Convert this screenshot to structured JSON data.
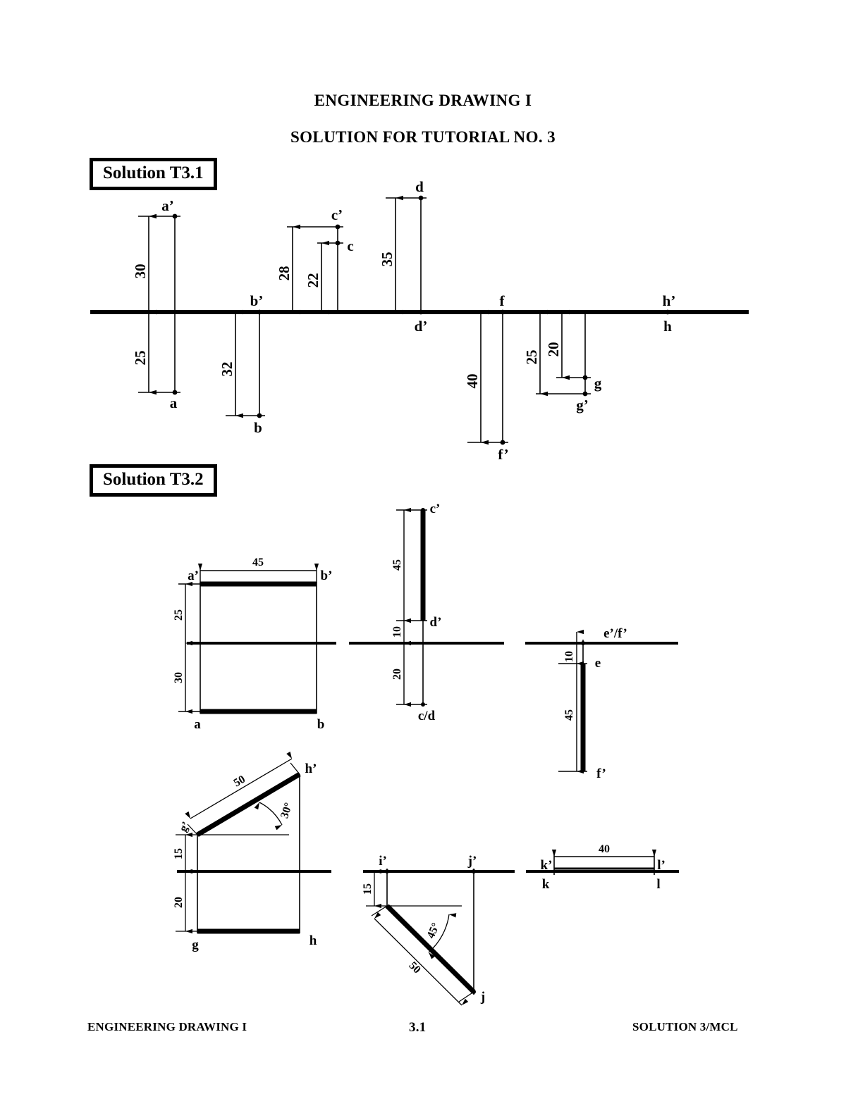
{
  "header": {
    "title_line1": "ENGINEERING DRAWING I",
    "title_line2": "SOLUTION FOR TUTORIAL NO. 3"
  },
  "sections": {
    "t31_label": "Solution T3.1",
    "t32_label": "Solution T3.2"
  },
  "footer": {
    "left": "ENGINEERING DRAWING I",
    "middle": "3.1",
    "right": "SOLUTION 3/MCL"
  },
  "t31": {
    "points": {
      "a_front": "a’",
      "a_top": "a",
      "b_front": "b’",
      "b_top": "b",
      "c_front": "c’",
      "c_top": "c",
      "d_top": "d",
      "d_front": "d’",
      "f_top": "f",
      "f_front": "f’",
      "g_top": "g",
      "g_front": "g’",
      "h_front": "h’",
      "h_top": "h"
    },
    "dims": {
      "a_above": "30",
      "a_below": "25",
      "b_below": "32",
      "c_front28": "28",
      "c_top22": "22",
      "d_above": "35",
      "f_below": "40",
      "g_below25": "25",
      "g_below20": "20"
    }
  },
  "t32": {
    "view_ab": {
      "labels": {
        "a_front": "a’",
        "b_front": "b’",
        "a_top": "a",
        "b_top": "b"
      },
      "dims": {
        "width": "45",
        "above": "25",
        "below": "30"
      }
    },
    "view_cd": {
      "labels": {
        "c_front": "c’",
        "d_front": "d’",
        "cd_top": "c/d"
      },
      "dims": {
        "length": "45",
        "above": "10",
        "below": "20"
      }
    },
    "view_ef": {
      "labels": {
        "ef_front": "e’/f’",
        "e_top": "e",
        "f_top": "f’"
      },
      "dims": {
        "above": "10",
        "length": "45"
      }
    },
    "view_gh": {
      "labels": {
        "g_front": "g’",
        "h_front": "h’",
        "g_top": "g",
        "h_top": "h"
      },
      "dims": {
        "length": "50",
        "angle": "30°",
        "above": "15",
        "below": "20"
      }
    },
    "view_ij": {
      "labels": {
        "i_front": "i’",
        "j_front": "j’",
        "j_top": "j"
      },
      "dims": {
        "below": "15",
        "length": "50",
        "angle": "45°"
      }
    },
    "view_kl": {
      "labels": {
        "k_front": "k’",
        "l_front": "l’",
        "k_top": "k",
        "l_top": "l"
      },
      "dims": {
        "length": "40"
      }
    }
  },
  "colors": {
    "ink": "#000000",
    "paper": "#ffffff"
  }
}
